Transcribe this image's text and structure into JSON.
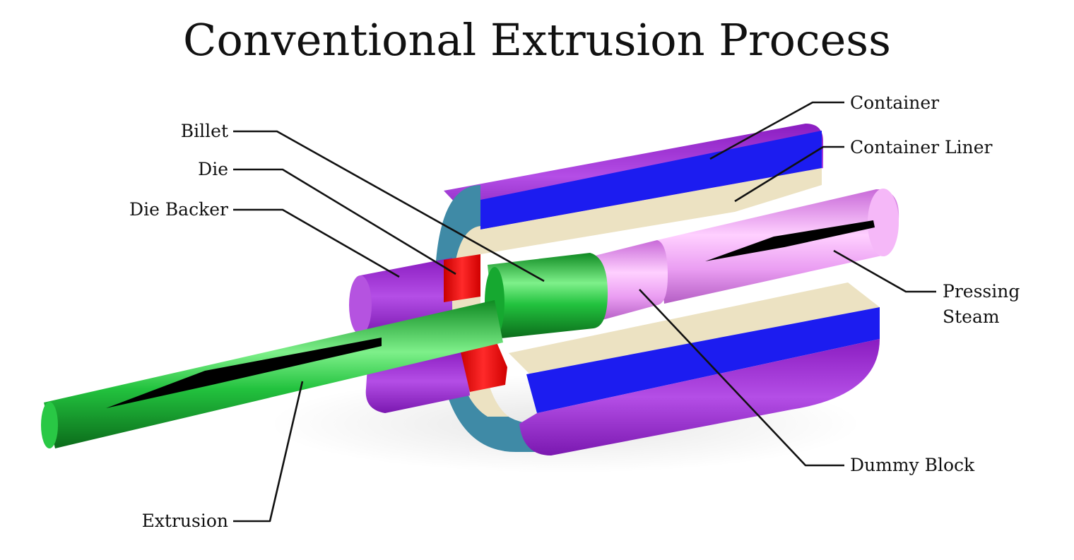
{
  "title": "Conventional Extrusion Process",
  "labels": {
    "billet": "Billet",
    "die": "Die",
    "die_backer": "Die Backer",
    "extrusion": "Extrusion",
    "container": "Container",
    "container_liner": "Container Liner",
    "pressing_steam_line1": "Pressing",
    "pressing_steam_line2": "Steam",
    "dummy_block": "Dummy Block"
  },
  "colors": {
    "container": "#a230d8",
    "container_cut": "#1c1cf0",
    "container_end": "#3f8aa6",
    "liner": "#ece2c2",
    "billet": "#1fbf3a",
    "die": "#ff1010",
    "die_backer": "#a52fd4",
    "dummy_block": "#e69af0",
    "stem": "#ee9cf5",
    "arrow": "#000000"
  }
}
